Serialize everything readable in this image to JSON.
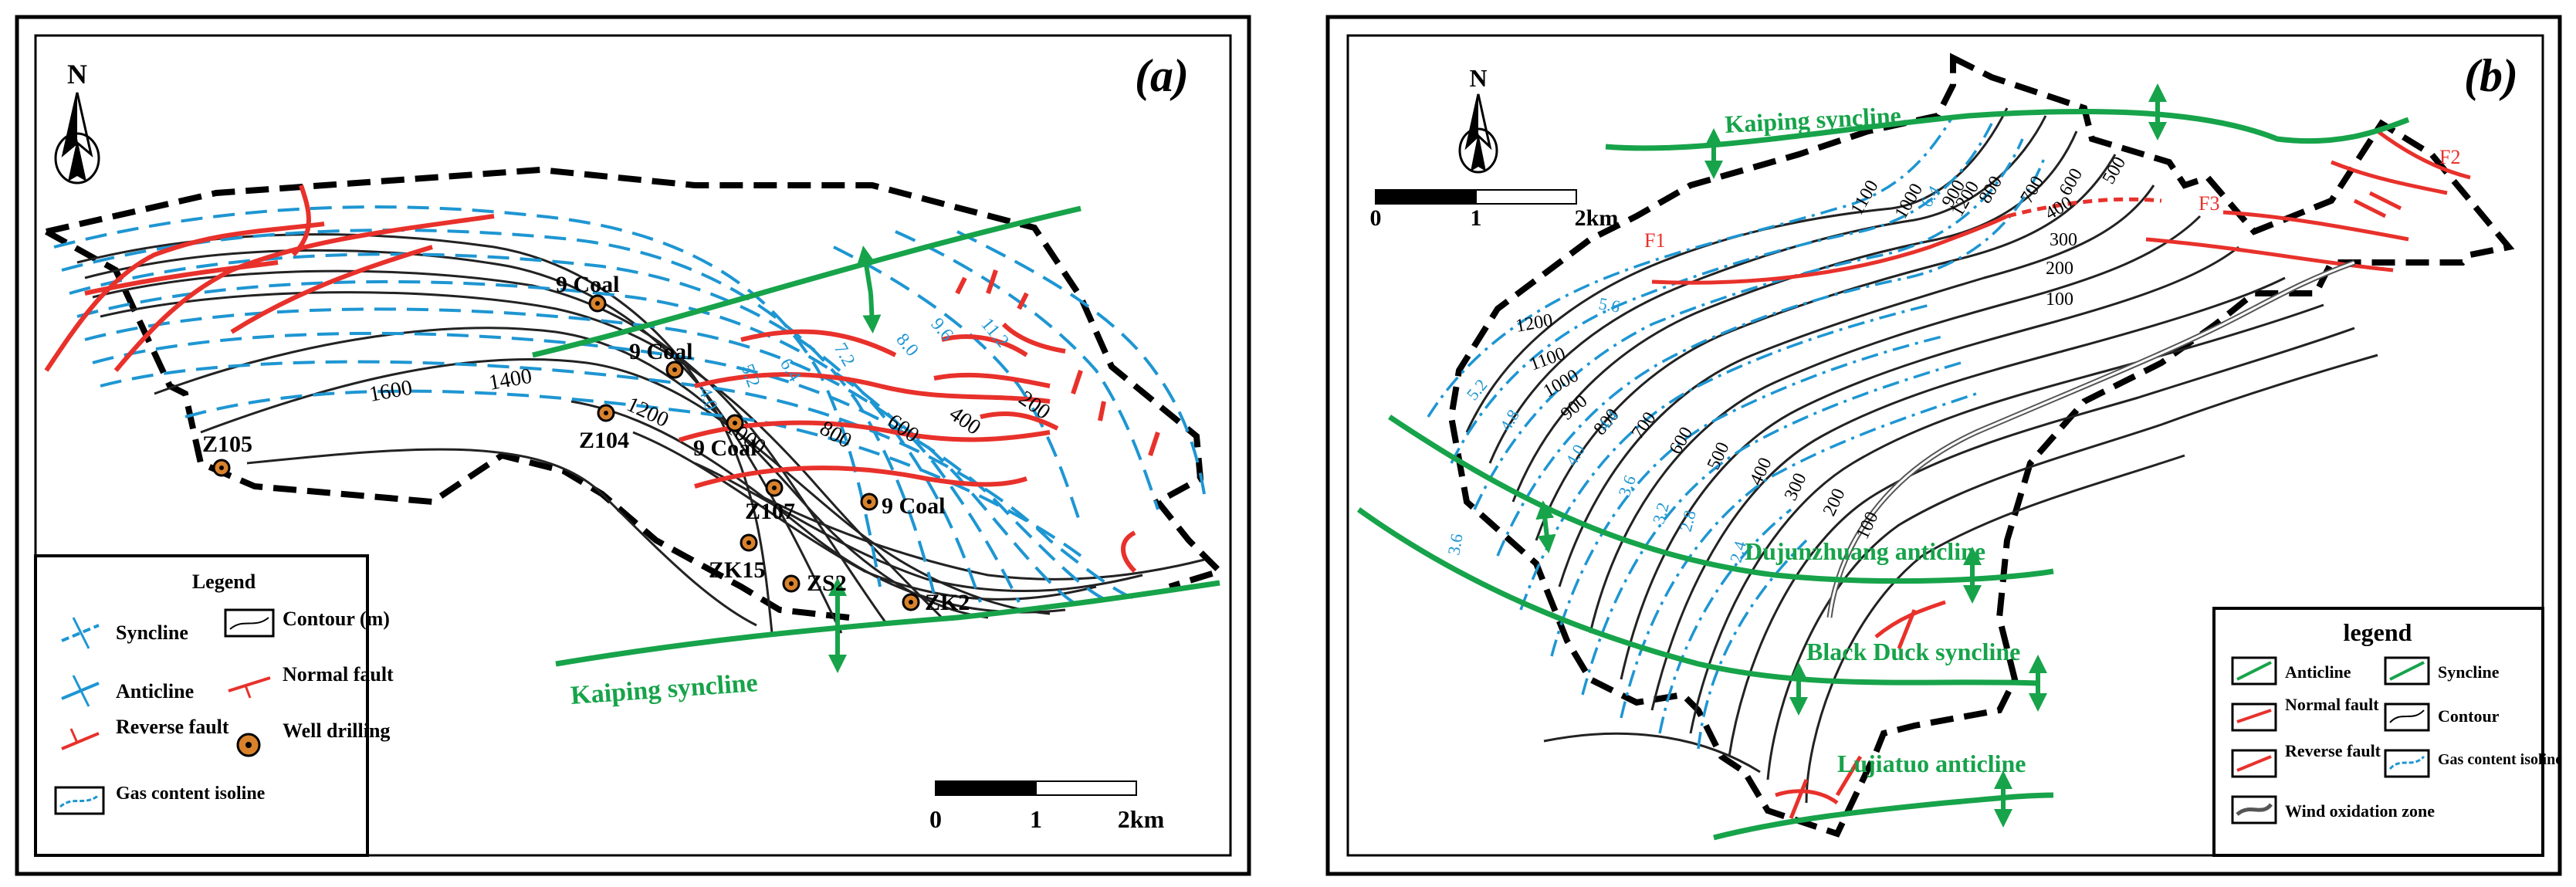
{
  "colors": {
    "fault": "#e8312b",
    "syncline_blue": "#1e96d2",
    "fold_green": "#17a34a",
    "contour": "#222222",
    "frame": "#000000",
    "well_fill": "#d9822b"
  },
  "panel_a": {
    "tag": "(a)",
    "north": "N",
    "scale": {
      "ticks": [
        "0",
        "1",
        "2km"
      ]
    },
    "legend": {
      "title": "Legend",
      "items": {
        "syncline": "Syncline",
        "anticline": "Anticline",
        "reverse": "Reverse fault",
        "gas": "Gas content isoline",
        "contour": "Contour (m)",
        "normal": "Normal fault",
        "well": "Well drilling"
      }
    },
    "fold_labels": {
      "kaiping": "Kaiping syncline"
    },
    "contour_labels": [
      "1600",
      "1400",
      "1200",
      "1000",
      "800",
      "600",
      "400",
      "200"
    ],
    "gas_labels": [
      "4.0",
      "5.2",
      "6.4",
      "7.2",
      "8.0",
      "9.6",
      "11.2"
    ],
    "wells": [
      "Z105",
      "Z104",
      "Z107",
      "ZK15",
      "ZS2",
      "ZK2"
    ],
    "coal_labels": [
      "9 Coal",
      "9 Coal",
      "9 Coal",
      "9 Coal"
    ]
  },
  "panel_b": {
    "tag": "(b)",
    "north": "N",
    "scale": {
      "ticks": [
        "0",
        "1",
        "2km"
      ]
    },
    "legend": {
      "title": "legend",
      "items": {
        "anticline": "Anticline",
        "normal": "Normal fault",
        "reverse": "Reverse fault",
        "wind": "Wind oxidation zone",
        "syncline": "Syncline",
        "contour": "Contour",
        "gas": "Gas content isoline"
      }
    },
    "fold_labels": {
      "kaiping": "Kaiping syncline",
      "dujunzhuang": "Dujunzhuang anticline",
      "blackduck": "Black Duck syncline",
      "lujiatuo": "Lujiatuo anticline"
    },
    "fault_labels": [
      "F1",
      "F2",
      "F3"
    ],
    "contour_labels": [
      "1200",
      "1100",
      "1000",
      "900",
      "800",
      "700",
      "600",
      "500",
      "400",
      "300",
      "200",
      "100",
      "1200",
      "1100",
      "1000",
      "900",
      "800",
      "700",
      "600",
      "500",
      "400",
      "300",
      "200",
      "100"
    ],
    "gas_labels": [
      "2.4",
      "3.2",
      "3.6",
      "4.0",
      "4.4",
      "4.8",
      "5.2",
      "5.6",
      "6.4",
      "2.8",
      "3.6"
    ]
  }
}
